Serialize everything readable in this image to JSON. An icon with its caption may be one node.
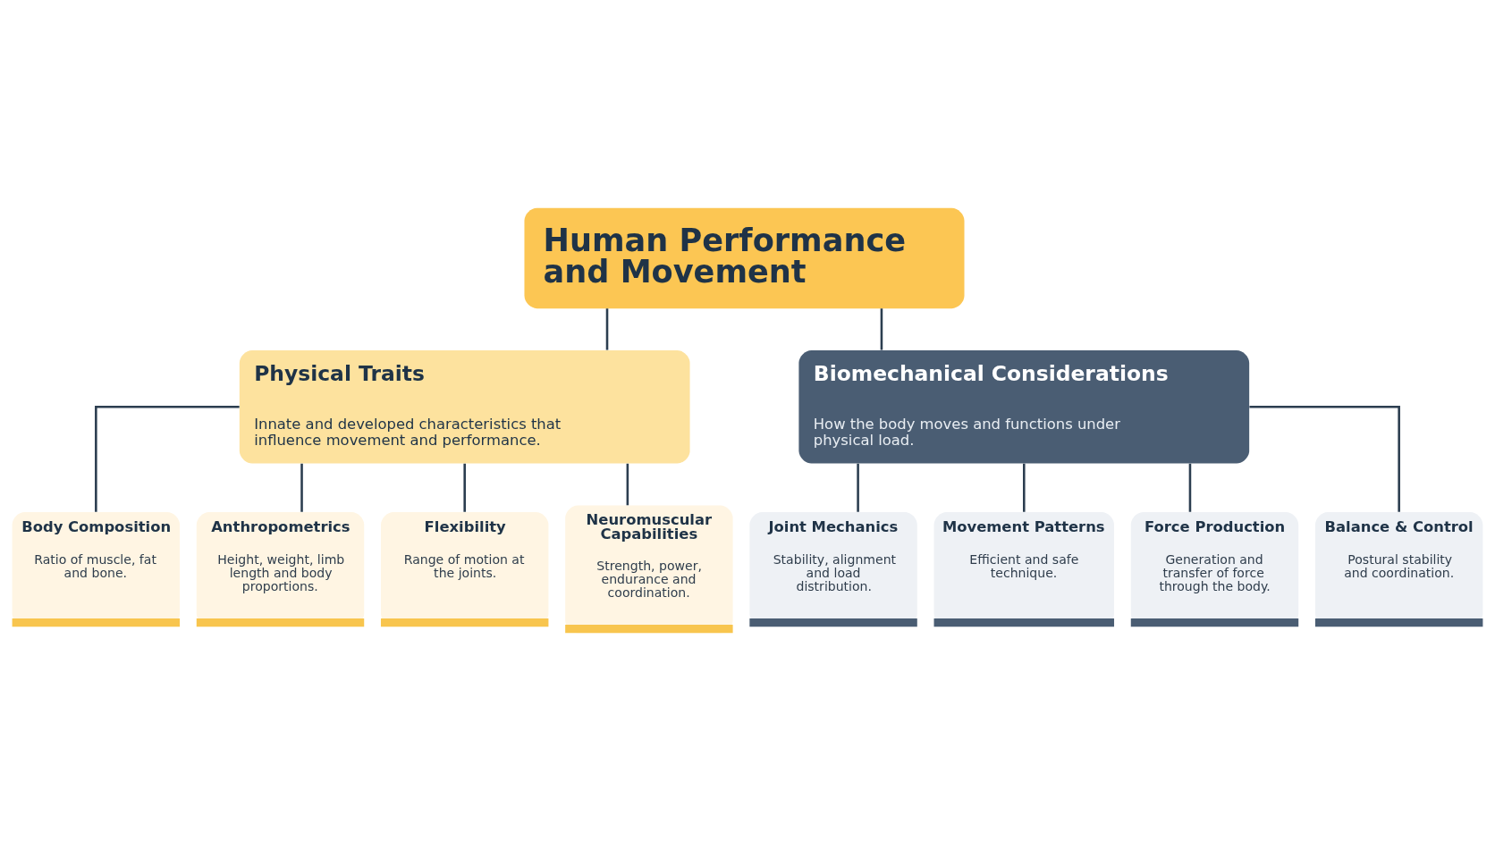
{
  "diagram": {
    "nodes": [
      {
        "text": [
          "Human Performance and Movement"
        ]
      },
      {
        "text": [
          "Physical Traits",
          "Innate and developed characteristics that influence movement and performance."
        ]
      },
      {
        "text": [
          "Biomechanical Considerations",
          "How the body moves and functions under physical load."
        ]
      },
      {
        "text": [
          "Body Composition",
          "Ratio of muscle, fat and bone."
        ]
      },
      {
        "text": [
          "Anthropometrics",
          "Height, weight, limb length and body proportions."
        ]
      },
      {
        "text": [
          "Flexibility",
          "Range of motion at the joints."
        ]
      },
      {
        "text": [
          "Neuromuscular Capabilities",
          "Strength, power, endurance and coordination."
        ]
      },
      {
        "text": [
          "Joint Mechanics",
          "Stability, alignment and load distribution."
        ]
      },
      {
        "text": [
          "Movement Patterns",
          "Efficient and safe technique."
        ]
      },
      {
        "text": [
          "Force Production",
          "Generation and transfer of force through the body."
        ]
      },
      {
        "text": [
          "Balance & Control",
          "Postural stability and coordination."
        ]
      }
    ],
    "edges": [
      {
        "from": 0,
        "to": 1,
        "arrow": "none"
      },
      {
        "from": 0,
        "to": 2,
        "arrow": "none"
      },
      {
        "from": 1,
        "to": 3,
        "arrow": "none"
      },
      {
        "from": 1,
        "to": 4,
        "arrow": "none"
      },
      {
        "from": 1,
        "to": 5,
        "arrow": "none"
      },
      {
        "from": 1,
        "to": 6,
        "arrow": "none"
      },
      {
        "from": 2,
        "to": 7,
        "arrow": "none"
      },
      {
        "from": 2,
        "to": 8,
        "arrow": "none"
      },
      {
        "from": 2,
        "to": 9,
        "arrow": "none"
      },
      {
        "from": 2,
        "to": 10,
        "arrow": "none"
      }
    ]
  }
}
